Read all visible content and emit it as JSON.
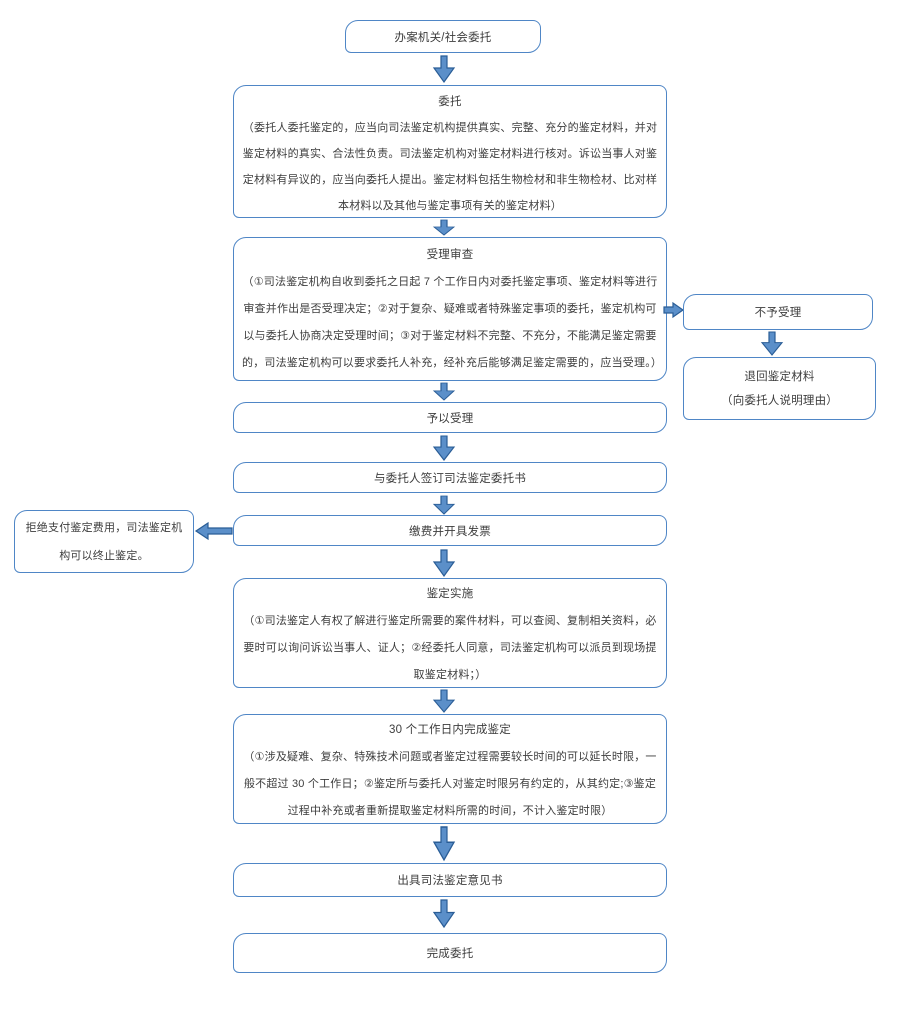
{
  "colors": {
    "box_border": "#4f86c6",
    "arrow_fill": "#5b8fc9",
    "arrow_stroke": "#2a5d96",
    "text": "#3d3d3d",
    "background": "#ffffff"
  },
  "flow": {
    "start": {
      "label": "办案机关/社会委托"
    },
    "commission": {
      "title": "委托",
      "body": "（委托人委托鉴定的，应当向司法鉴定机构提供真实、完整、充分的鉴定材料，并对鉴定材料的真实、合法性负责。司法鉴定机构对鉴定材料进行核对。诉讼当事人对鉴定材料有异议的，应当向委托人提出。鉴定材料包括生物检材和非生物检材、比对样本材料以及其他与鉴定事项有关的鉴定材料）"
    },
    "acceptance_review": {
      "title": "受理审查",
      "body": "（①司法鉴定机构自收到委托之日起 7 个工作日内对委托鉴定事项、鉴定材料等进行审查并作出是否受理决定；②对于复杂、疑难或者特殊鉴定事项的委托，鉴定机构可以与委托人协商决定受理时间；③对于鉴定材料不完整、不充分，不能满足鉴定需要的，司法鉴定机构可以要求委托人补充，经补充后能够满足鉴定需要的，应当受理。）"
    },
    "not_accepted": {
      "label": "不予受理"
    },
    "return_materials": {
      "line1": "退回鉴定材料",
      "line2": "（向委托人说明理由）"
    },
    "accepted": {
      "label": "予以受理"
    },
    "sign_agreement": {
      "label": "与委托人签订司法鉴定委托书"
    },
    "pay_invoice": {
      "label": "缴费并开具发票"
    },
    "refuse_payment": {
      "label": "拒绝支付鉴定费用，司法鉴定机构可以终止鉴定。"
    },
    "implementation": {
      "title": "鉴定实施",
      "body": "（①司法鉴定人有权了解进行鉴定所需要的案件材料，可以查阅、复制相关资料，必要时可以询问诉讼当事人、证人；②经委托人同意，司法鉴定机构可以派员到现场提取鉴定材料；）"
    },
    "deadline_30_days": {
      "title": "30 个工作日内完成鉴定",
      "body": "（①涉及疑难、复杂、特殊技术问题或者鉴定过程需要较长时间的可以延长时限，一般不超过 30 个工作日；②鉴定所与委托人对鉴定时限另有约定的，从其约定;③鉴定过程中补充或者重新提取鉴定材料所需的时间，不计入鉴定时限）"
    },
    "issue_opinion": {
      "label": "出具司法鉴定意见书"
    },
    "complete": {
      "label": "完成委托"
    }
  }
}
